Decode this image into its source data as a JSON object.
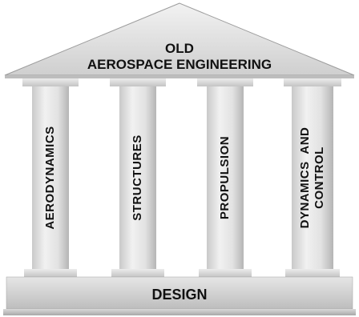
{
  "roof": {
    "line1": "OLD",
    "line2": "AEROSPACE ENGINEERING"
  },
  "pillars": [
    {
      "label": "AERODYNAMICS"
    },
    {
      "label": "STRUCTURES"
    },
    {
      "label": "PROPULSION"
    },
    {
      "label_line1": "DYNAMICS  AND",
      "label_line2": "CONTROL"
    }
  ],
  "base": {
    "label": "DESIGN"
  }
}
